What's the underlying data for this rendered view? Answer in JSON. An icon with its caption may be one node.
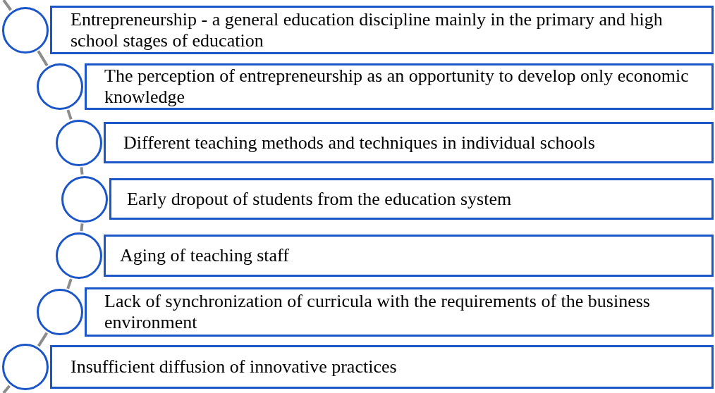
{
  "diagram": {
    "nodes": [
      {
        "text": [
          "Entrepreneurship - a general education discipline mainly in the primary and high school stages of education"
        ]
      },
      {
        "text": [
          "The perception of entrepreneurship as an opportunity to develop only economic knowledge"
        ]
      },
      {
        "text": [
          "Different teaching methods and techniques in individual schools"
        ]
      },
      {
        "text": [
          "Early dropout of students from the education system"
        ]
      },
      {
        "text": [
          "Aging of teaching staff"
        ]
      },
      {
        "text": [
          "Lack of synchronization of curricula with the requirements of the business environment"
        ]
      },
      {
        "text": [
          "Insufficient diffusion of innovative practices"
        ]
      },
      {
        "text": [],
        "shape": "circle"
      },
      {
        "text": [],
        "shape": "circle"
      },
      {
        "text": [],
        "shape": "circle"
      },
      {
        "text": [],
        "shape": "circle"
      },
      {
        "text": [],
        "shape": "circle"
      },
      {
        "text": [],
        "shape": "circle"
      },
      {
        "text": [],
        "shape": "circle"
      }
    ],
    "edges": [
      {
        "from": null,
        "to": 7,
        "arrow": "none"
      },
      {
        "from": 7,
        "to": 8,
        "arrow": "none"
      },
      {
        "from": 8,
        "to": 9,
        "arrow": "none"
      },
      {
        "from": 9,
        "to": 10,
        "arrow": "none"
      },
      {
        "from": 10,
        "to": 11,
        "arrow": "none"
      },
      {
        "from": 11,
        "to": 12,
        "arrow": "none"
      },
      {
        "from": 12,
        "to": 13,
        "arrow": "none"
      },
      {
        "from": 13,
        "to": null,
        "arrow": "none"
      }
    ]
  }
}
